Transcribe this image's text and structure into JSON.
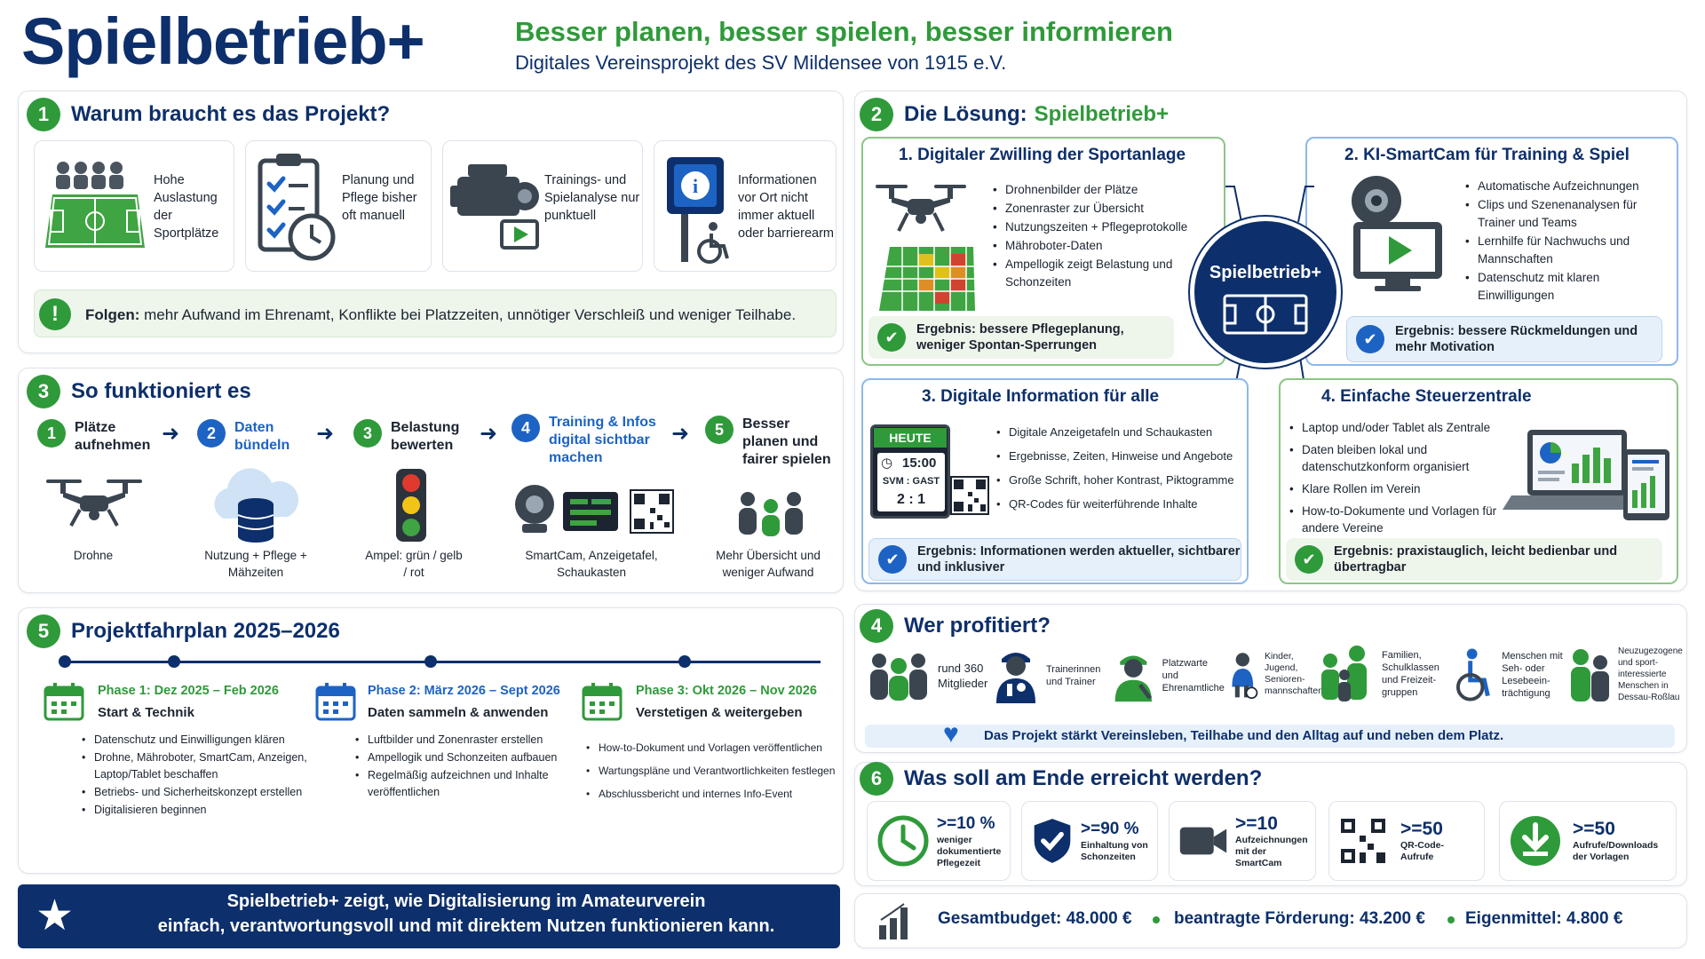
{
  "header": {
    "title": "Spielbetrieb+",
    "tagline": "Besser planen, besser spielen, besser informieren",
    "subtitle": "Digitales Vereinsprojekt des SV Mildensee von 1915 e.V."
  },
  "colors": {
    "navy": "#0d2f6b",
    "green": "#2f9a3a",
    "blue": "#1d63c4",
    "lightgreen": "#eef6ec",
    "lightblue": "#e6f0fb"
  },
  "why": {
    "number": "1",
    "title": "Warum braucht es das Projekt?",
    "cards": [
      {
        "icon": "football-pitch-icon",
        "text": "Hohe Auslastung der Sportplätze"
      },
      {
        "icon": "checklist-clock-icon",
        "text": "Planung und Pflege bisher oft manuell"
      },
      {
        "icon": "video-camera-icon",
        "text": "Trainings- und Spielanalyse nur punktuell"
      },
      {
        "icon": "info-sign-icon",
        "text": "Informationen vor Ort nicht immer aktuell oder barrierearm"
      }
    ],
    "consequence_label": "Folgen:",
    "consequence_text": "mehr Aufwand im Ehrenamt, Konflikte bei Platzzeiten, unnötiger Verschleiß und weniger Teilhabe."
  },
  "solution": {
    "number": "2",
    "title_prefix": "Die Lösung:",
    "title_name": "Spielbetrieb+",
    "hub_label": "Spielbetrieb+",
    "modules": [
      {
        "title": "1. Digitaler Zwilling der Sportanlage",
        "bullets": [
          "Drohnenbilder der Plätze",
          "Zonenraster zur Übersicht",
          "Nutzungszeiten + Pflegeprotokolle",
          "Mähroboter-Daten",
          "Ampellogik zeigt Belastung und Schonzeiten"
        ],
        "result": "Ergebnis: bessere Pflegeplanung, weniger Spontan-Sperrungen"
      },
      {
        "title": "2. KI-SmartCam für Training & Spiel",
        "bullets": [
          "Automatische Aufzeichnungen",
          "Clips und Szenenanalysen für Trainer und Teams",
          "Lernhilfe für Nachwuchs und Mannschaften",
          "Datenschutz mit klaren Einwilligungen"
        ],
        "result": "Ergebnis: bessere Rückmeldungen und mehr Motivation"
      },
      {
        "title": "3. Digitale Information für alle",
        "bullets": [
          "Digitale Anzeigetafeln und Schaukasten",
          "Ergebnisse, Zeiten, Hinweise und Angebote",
          "Große Schrift, hoher Kontrast, Piktogramme",
          "QR-Codes für weiterführende Inhalte"
        ],
        "result": "Ergebnis: Informationen werden aktueller, sichtbarer und inklusiver",
        "board": {
          "label": "HEUTE",
          "time": "15:00",
          "teams": "SVM : GAST",
          "score": "2 : 1"
        }
      },
      {
        "title": "4. Einfache Steuerzentrale",
        "bullets": [
          "Laptop und/oder Tablet als Zentrale",
          "Daten bleiben lokal und datenschutzkonform organisiert",
          "Klare Rollen im Verein",
          "How-to-Dokumente und Vorlagen für andere Vereine"
        ],
        "result": "Ergebnis: praxistauglich, leicht bedienbar und übertragbar"
      }
    ]
  },
  "how": {
    "number": "3",
    "title": "So funktioniert es",
    "steps": [
      {
        "n": "1",
        "label": "Plätze aufnehmen",
        "caption": "Drohne"
      },
      {
        "n": "2",
        "label": "Daten bündeln",
        "caption": "Nutzung + Pflege + Mähzeiten"
      },
      {
        "n": "3",
        "label": "Belastung bewerten",
        "caption": "Ampel: grün / gelb / rot"
      },
      {
        "n": "4",
        "label": "Training & Infos digital sichtbar machen",
        "caption": "SmartCam, Anzeigetafel, Schaukasten"
      },
      {
        "n": "5",
        "label": "Besser planen und fairer spielen",
        "caption": "Mehr Übersicht und weniger Aufwand"
      }
    ]
  },
  "benefit": {
    "number": "4",
    "title": "Wer profitiert?",
    "groups": [
      {
        "icon": "members-group-icon",
        "text": "rund 360 Mitglieder"
      },
      {
        "icon": "coach-icon",
        "text": "Trainerinnen und Trainer"
      },
      {
        "icon": "groundskeeper-icon",
        "text": "Platzwarte und Ehrenamtliche"
      },
      {
        "icon": "kids-football-icon",
        "text": "Kinder, Jugend, Senioren-mannschaften"
      },
      {
        "icon": "family-icon",
        "text": "Familien, Schulklassen und Freizeit-gruppen"
      },
      {
        "icon": "wheelchair-icon",
        "text": "Menschen mit Seh- oder Lesebeein-trächtigung"
      },
      {
        "icon": "newcomers-icon",
        "text": "Neuzugezogene und sport-interessierte Menschen in Dessau-Roßlau"
      }
    ],
    "banner": "Das Projekt stärkt Vereinsleben, Teilhabe und den Alltag auf und neben dem Platz."
  },
  "roadmap": {
    "number": "5",
    "title": "Projektfahrplan 2025–2026",
    "phases": [
      {
        "name": "Phase 1:  Dez 2025 – Feb 2026",
        "sub": "Start & Technik",
        "items": [
          "Datenschutz und Einwilligungen klären",
          "Drohne, Mähroboter, SmartCam, Anzeigen, Laptop/Tablet beschaffen",
          "Betriebs- und Sicherheitskonzept erstellen",
          "Digitalisieren beginnen"
        ]
      },
      {
        "name": "Phase 2:  März 2026 – Sept 2026",
        "sub": "Daten sammeln & anwenden",
        "items": [
          "Luftbilder und Zonenraster erstellen",
          "Ampellogik und Schonzeiten aufbauen",
          "Regelmäßig aufzeichnen und Inhalte veröffentlichen"
        ]
      },
      {
        "name": "Phase 3:  Okt 2026 – Nov 2026",
        "sub": "Verstetigen & weitergeben",
        "items": [
          "How-to-Dokument und Vorlagen veröffentlichen",
          "Wartungspläne und Verantwortlichkeiten festlegen",
          "Abschlussbericht und internes Info-Event"
        ]
      }
    ]
  },
  "goals": {
    "number": "6",
    "title": "Was soll am Ende erreicht werden?",
    "items": [
      {
        "icon": "clock-icon",
        "value": ">=10 %",
        "label": "weniger dokumentierte Pflegezeit"
      },
      {
        "icon": "shield-check-icon",
        "value": ">=90 %",
        "label": "Einhaltung von Schonzeiten"
      },
      {
        "icon": "camera-icon",
        "value": ">=10",
        "label": "Aufzeichnungen mit der SmartCam"
      },
      {
        "icon": "qr-code-icon",
        "value": ">=50",
        "label": "QR-Code-Aufrufe"
      },
      {
        "icon": "download-icon",
        "value": ">=50",
        "label": "Aufrufe/Downloads der Vorlagen"
      }
    ]
  },
  "footer": {
    "line1": "Spielbetrieb+ zeigt, wie Digitalisierung im Amateurverein",
    "line2": "einfach, verantwortungsvoll und mit direktem Nutzen funktionieren kann.",
    "budget_label": "Gesamtbudget: 48.000 €",
    "funding_label": "beantragte Förderung: 43.200 €",
    "own_label": "Eigenmittel:  4.800 €"
  }
}
